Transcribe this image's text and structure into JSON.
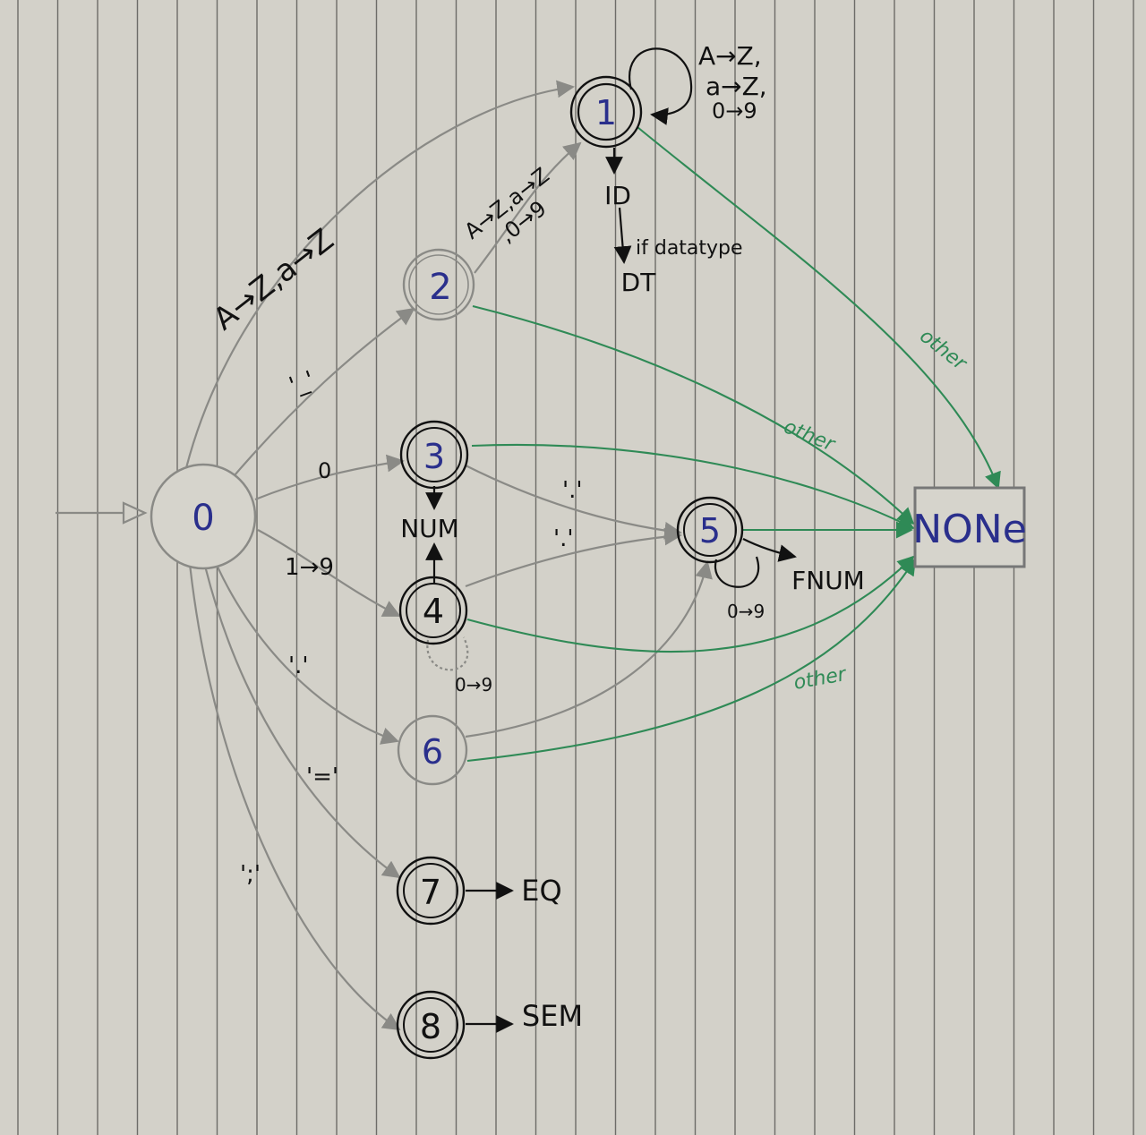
{
  "states": {
    "s0": "0",
    "s1": "1",
    "s2": "2",
    "s3": "3",
    "s4": "4",
    "s5": "5",
    "s6": "6",
    "s7": "7",
    "s8": "8"
  },
  "none_box": "NONe",
  "tokens": {
    "id": "ID",
    "dt": "DT",
    "num": "NUM",
    "fnum": "FNUM",
    "eq": "EQ",
    "sem": "SEM"
  },
  "edge_labels": {
    "s0_s1": "A→Z,a→Z",
    "s1_loop_line1": "A→Z,",
    "s1_loop_line2": "a→Z,",
    "s1_loop_line3": "0→9",
    "s2_s1_line1": "A→Z,a→Z",
    "s2_s1_line2": ",0→9",
    "id_dt": "if datatype",
    "s0_s2": "'_'",
    "s0_s3": "0",
    "s0_s4": "1→9",
    "s0_s6": "'.'",
    "s0_s7": "'='",
    "s0_s8": "';'",
    "s3_s5": "'.'",
    "s4_s5": "'.'",
    "s4_loop": "0→9",
    "s5_loop": "0→9",
    "other_1": "other",
    "other_2": "other",
    "other_3": "other"
  },
  "colors": {
    "paper": "#d3d1c9",
    "rule_line": "#6d6c68",
    "pencil": "#8a8a86",
    "ink": "#111111",
    "blue_ink": "#2a2f8c",
    "green": "#2f8a56"
  }
}
